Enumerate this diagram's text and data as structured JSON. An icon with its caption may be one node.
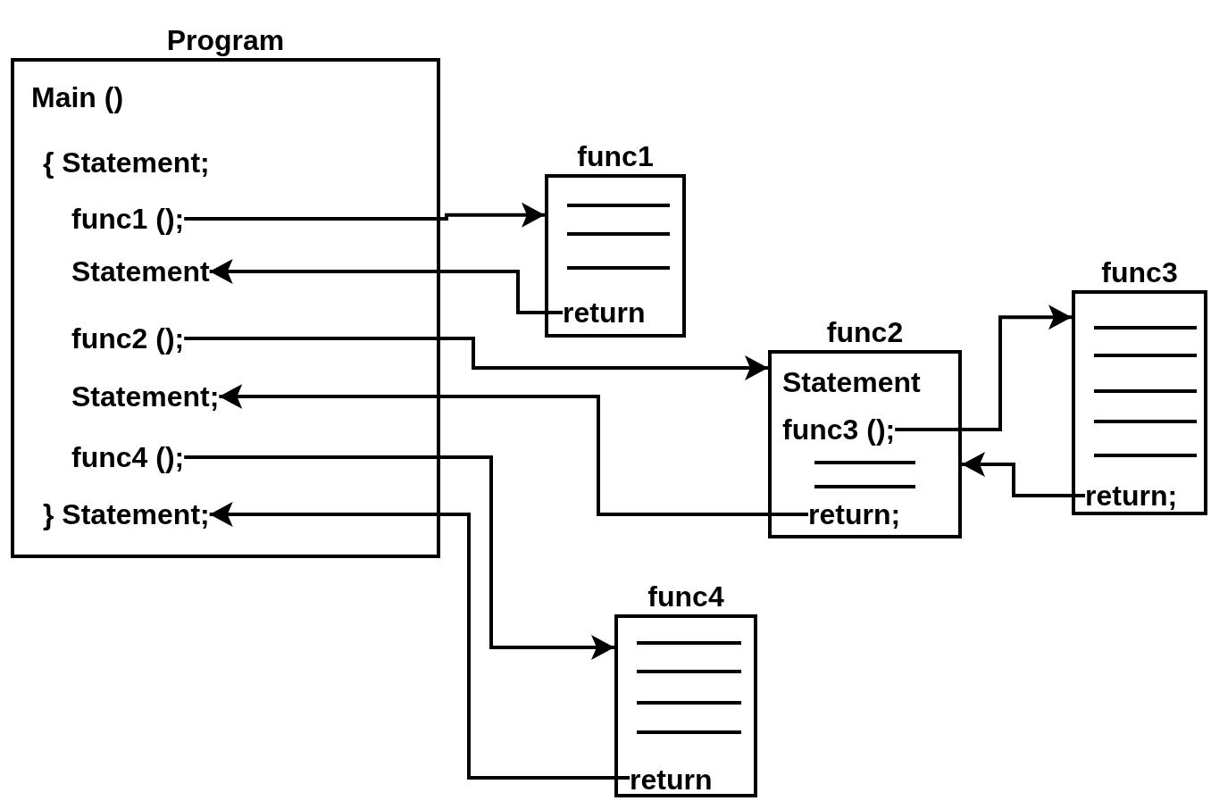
{
  "diagram": {
    "nodes": [
      {
        "text": [
          "Program",
          "Main ()"
        ]
      },
      {
        "text": [
          "{ Statement;"
        ],
        "in": 0
      },
      {
        "text": [
          "func1 ();"
        ],
        "in": 0
      },
      {
        "text": [
          "Statement"
        ],
        "in": 0
      },
      {
        "text": [
          "func2 ();"
        ],
        "in": 0
      },
      {
        "text": [
          "Statement;"
        ],
        "in": 0
      },
      {
        "text": [
          "func4 ();"
        ],
        "in": 0
      },
      {
        "text": [
          "} Statement;"
        ],
        "in": 0
      },
      {
        "text": [
          "func1"
        ]
      },
      {
        "text": [
          "return"
        ],
        "in": 8
      },
      {
        "text": [
          "func2"
        ]
      },
      {
        "text": [
          "Statement"
        ],
        "in": 10
      },
      {
        "text": [
          "func3 ();"
        ],
        "in": 10
      },
      {
        "text": [
          "return;"
        ],
        "in": 10
      },
      {
        "text": [
          "func3"
        ]
      },
      {
        "text": [
          "return;"
        ],
        "in": 14
      },
      {
        "text": [
          "func4"
        ]
      },
      {
        "text": [
          "return"
        ],
        "in": 16
      }
    ],
    "edges": [
      {
        "from": 2,
        "to": 8,
        "arrow": "to"
      },
      {
        "from": 9,
        "to": 3,
        "arrow": "to"
      },
      {
        "from": 4,
        "to": 10,
        "arrow": "to"
      },
      {
        "from": 12,
        "to": 14,
        "arrow": "to"
      },
      {
        "from": 15,
        "to": 10,
        "arrow": "to"
      },
      {
        "from": 13,
        "to": 5,
        "arrow": "to"
      },
      {
        "from": 6,
        "to": 16,
        "arrow": "to"
      },
      {
        "from": 17,
        "to": 7,
        "arrow": "to"
      }
    ]
  }
}
